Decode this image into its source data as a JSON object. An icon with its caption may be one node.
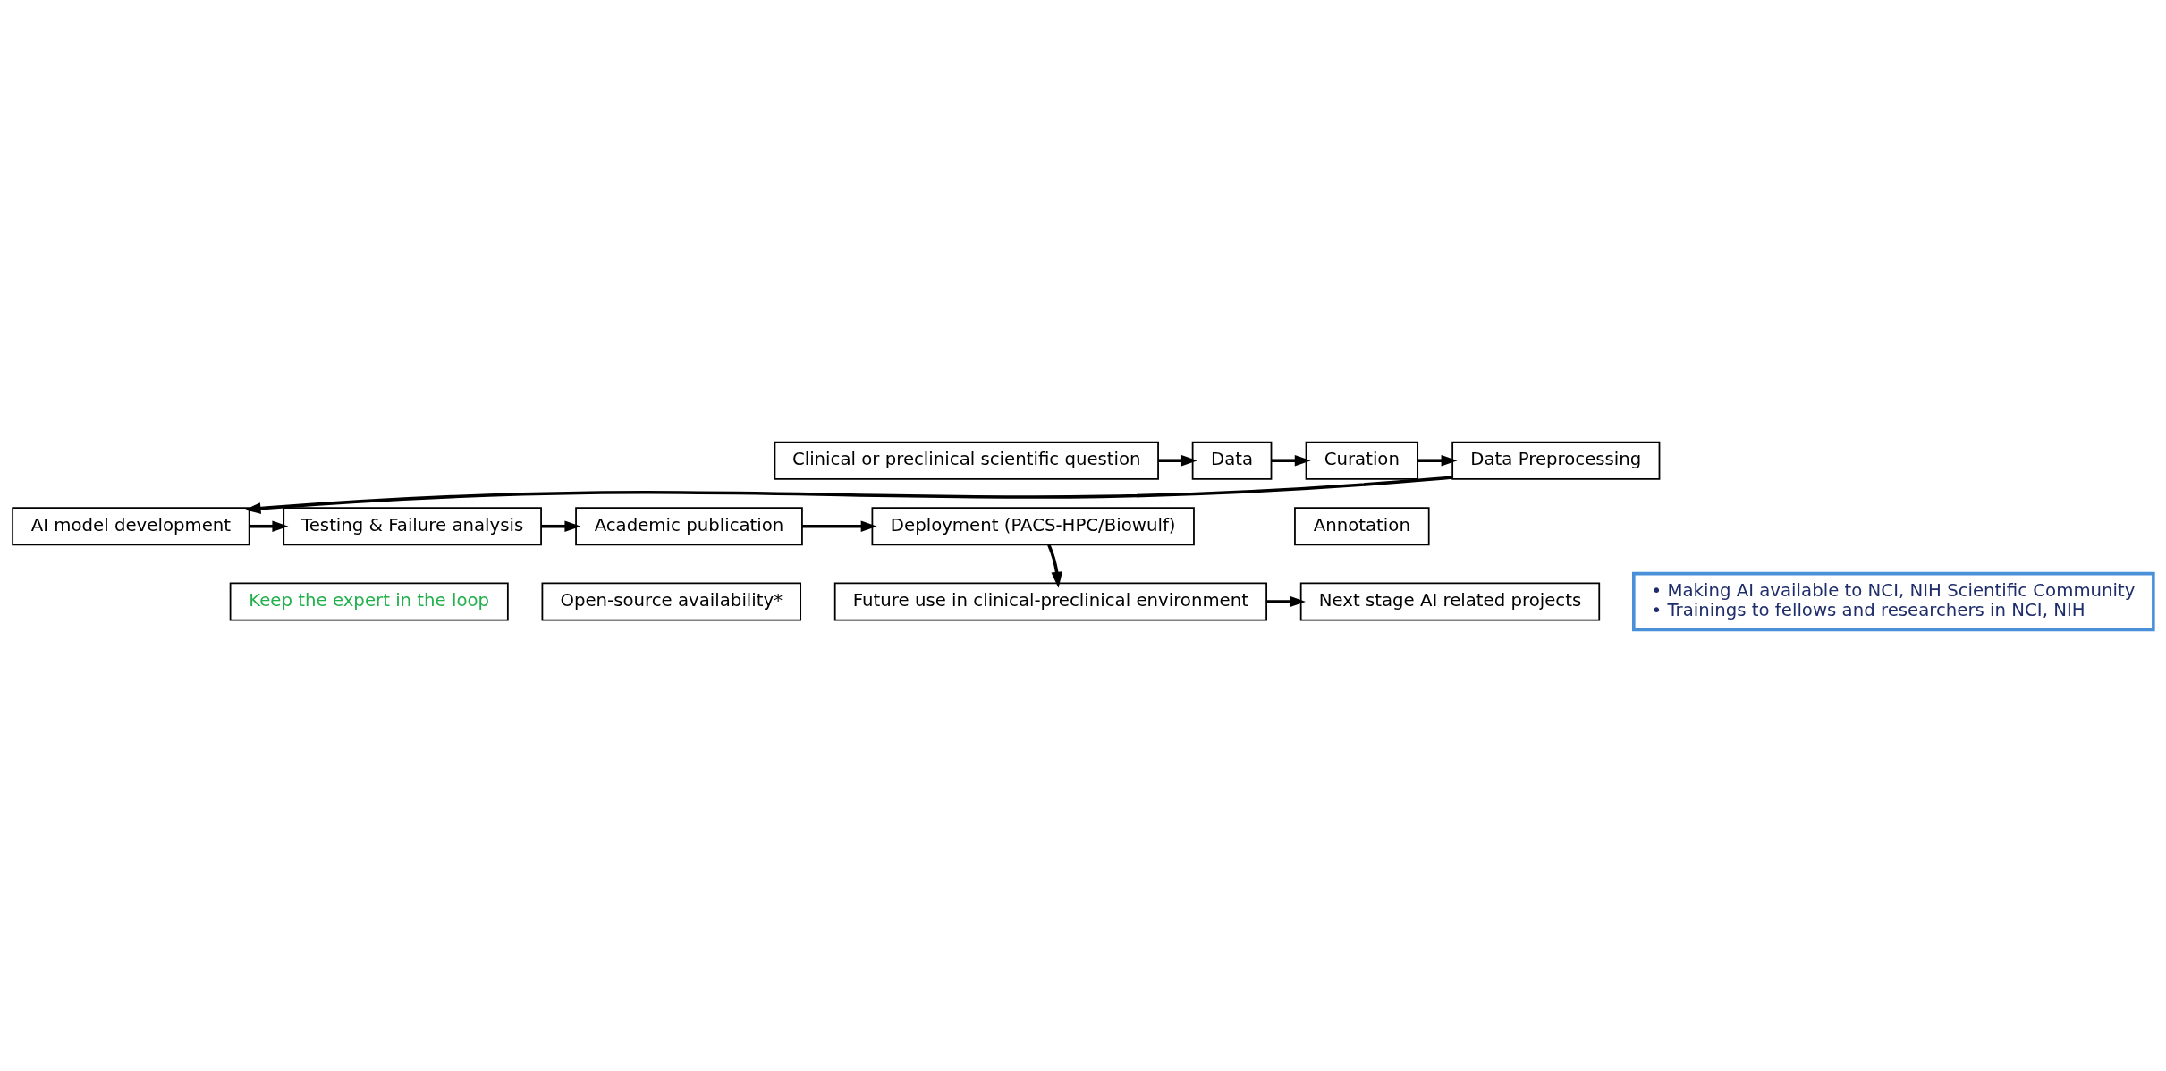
{
  "diagram": {
    "nodes": [
      {
        "text": [
          "Clinical or preclinical scientific question"
        ]
      },
      {
        "text": [
          "Data"
        ]
      },
      {
        "text": [
          "Curation"
        ]
      },
      {
        "text": [
          "Annotation"
        ]
      },
      {
        "text": [
          "Data Preprocessing"
        ]
      },
      {
        "text": [
          "AI model development"
        ]
      },
      {
        "text": [
          "Testing & Failure analysis"
        ]
      },
      {
        "text": [
          "Keep the expert in the loop"
        ]
      },
      {
        "text": [
          "Academic publication"
        ]
      },
      {
        "text": [
          "Open-source availability*"
        ]
      },
      {
        "text": [
          "Deployment (PACS-HPC/Biowulf)"
        ]
      },
      {
        "text": [
          "Future use in clinical-preclinical environment"
        ]
      },
      {
        "text": [
          "Next stage AI related projects"
        ]
      },
      {
        "text": [
          "• Making AI available to NCI, NIH Scientific Community",
          "• Trainings to fellows and researchers in NCI, NIH"
        ]
      }
    ],
    "edges": [
      {
        "from": 0,
        "to": 1,
        "arrow": "to"
      },
      {
        "from": 1,
        "to": 2,
        "arrow": "to"
      },
      {
        "from": 2,
        "to": 4,
        "arrow": "to"
      },
      {
        "from": 4,
        "to": 5,
        "arrow": "to"
      },
      {
        "from": 5,
        "to": 6,
        "arrow": "to"
      },
      {
        "from": 6,
        "to": 8,
        "arrow": "to"
      },
      {
        "from": 8,
        "to": 10,
        "arrow": "to"
      },
      {
        "from": 10,
        "to": 11,
        "arrow": "to"
      },
      {
        "from": 11,
        "to": 12,
        "arrow": "to"
      }
    ]
  }
}
